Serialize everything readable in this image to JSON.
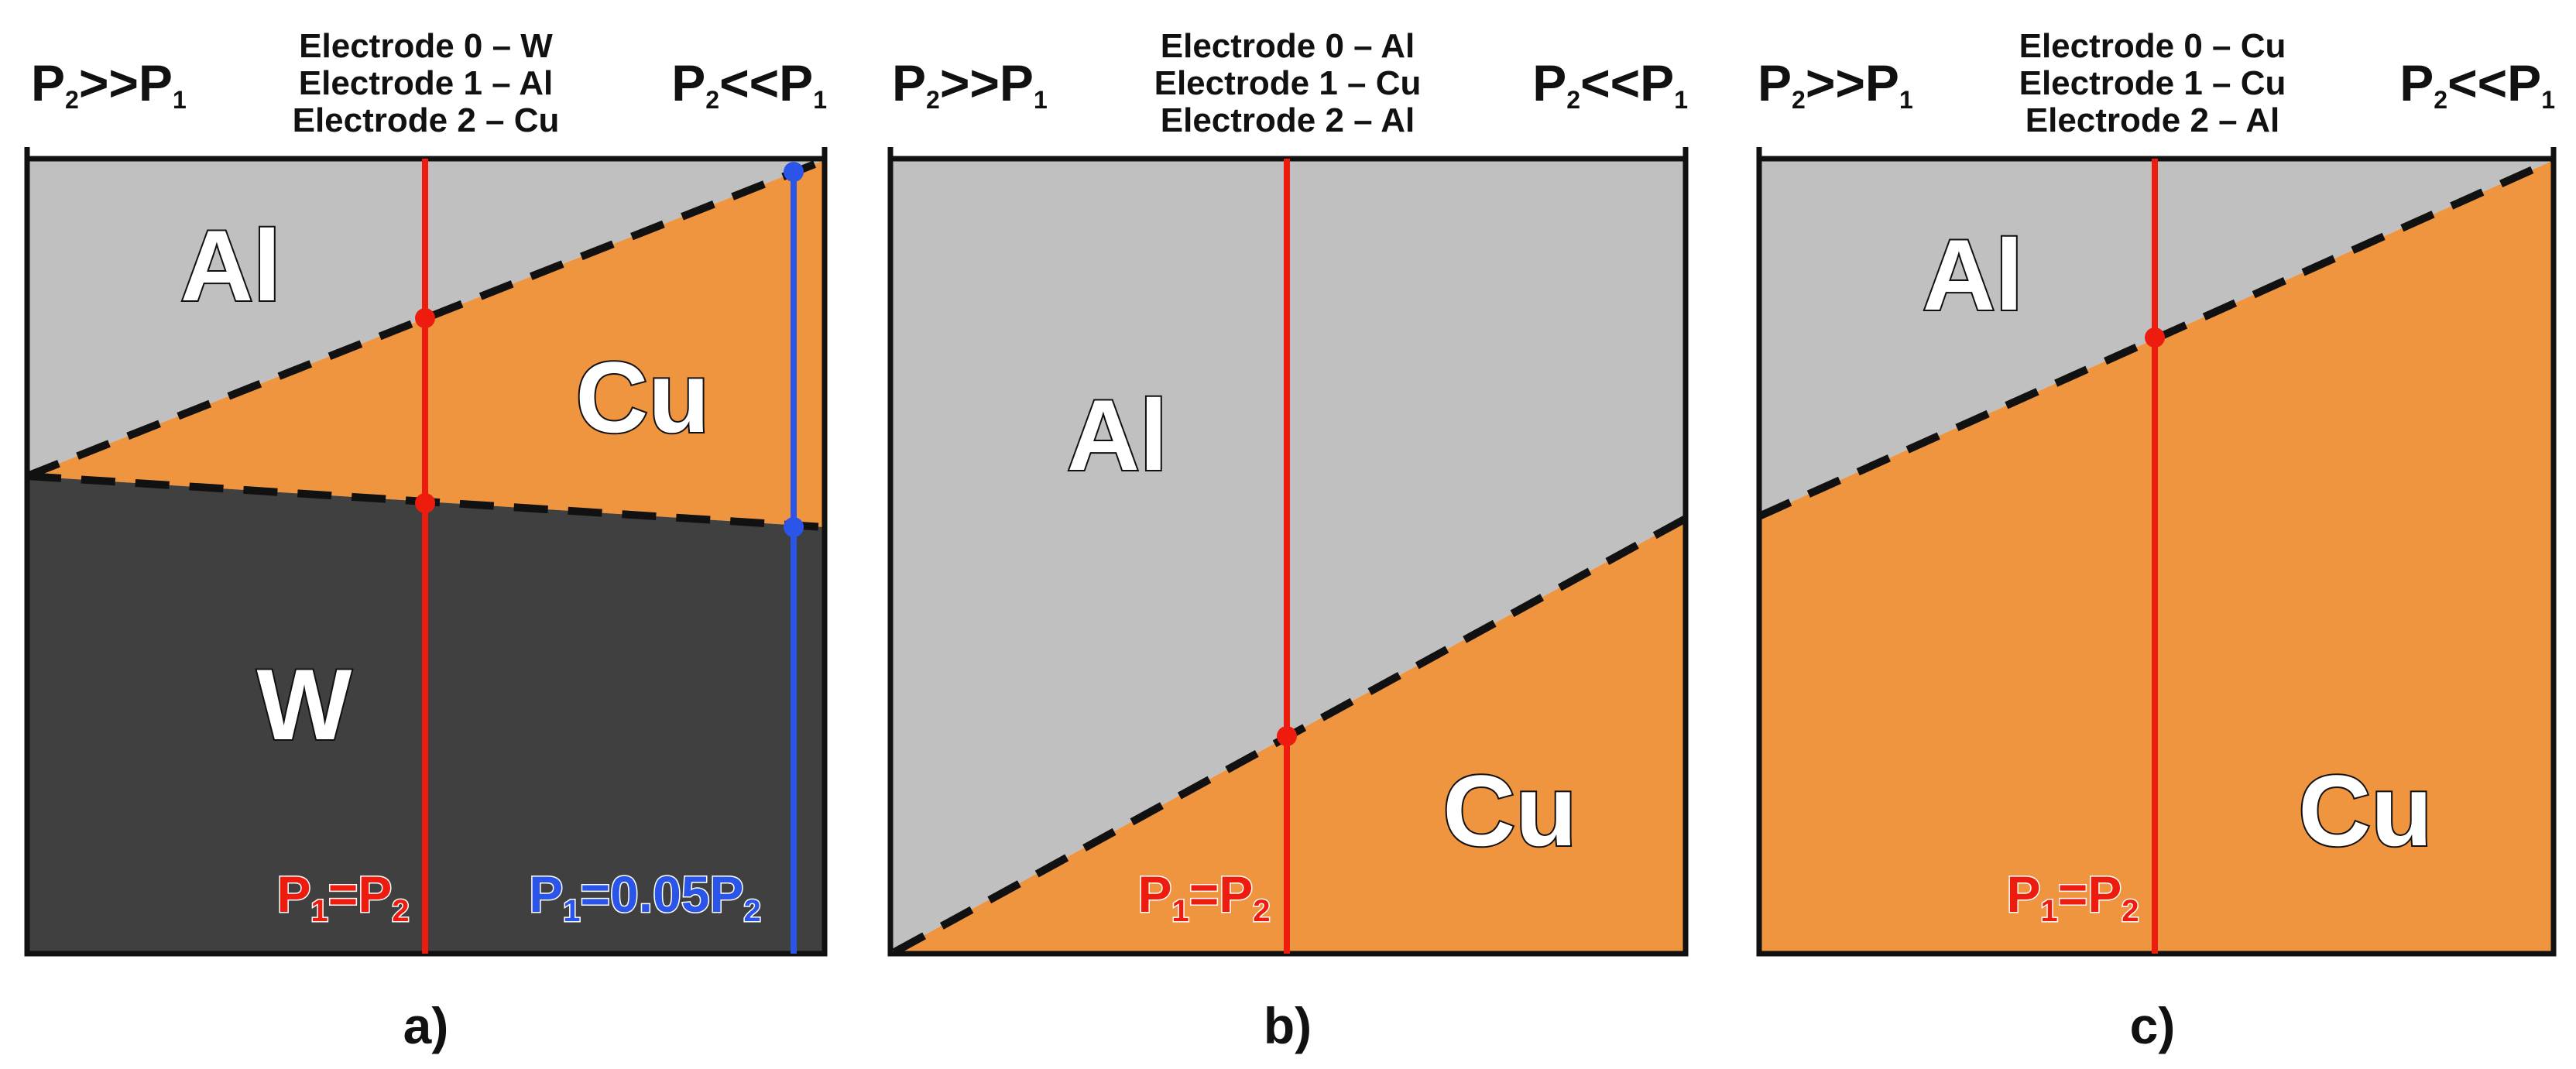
{
  "colors": {
    "al": "#c0c0c0",
    "cu": "#ef953f",
    "w": "#404040",
    "red": "#ee1c0f",
    "blue": "#2a55e8",
    "frame": "#111111"
  },
  "panels": [
    {
      "caption": "a)",
      "electrodes": [
        "Electrode 0 – W",
        "Electrode 1 – Al",
        "Electrode 2 – Cu"
      ],
      "left_label": {
        "p": "P",
        "s1": "2",
        "op": ">>",
        "p2": "P",
        "s2": "1"
      },
      "right_label": {
        "p": "P",
        "s1": "2",
        "op": "<<",
        "p2": "P",
        "s2": "1"
      },
      "regions": [
        {
          "name": "Al",
          "color": "al"
        },
        {
          "name": "Cu",
          "color": "cu"
        },
        {
          "name": "W",
          "color": "w"
        }
      ],
      "conditions": [
        {
          "color": "red",
          "a": "P",
          "a_sub": "1",
          "eq": "=",
          "b": "P",
          "b_sub": "2"
        },
        {
          "color": "blue",
          "a": "P",
          "a_sub": "1",
          "eq": "=0.05",
          "b": "P",
          "b_sub": "2"
        }
      ]
    },
    {
      "caption": "b)",
      "electrodes": [
        "Electrode 0 – Al",
        "Electrode 1 – Cu",
        "Electrode 2 – Al"
      ],
      "left_label": {
        "p": "P",
        "s1": "2",
        "op": ">>",
        "p2": "P",
        "s2": "1"
      },
      "right_label": {
        "p": "P",
        "s1": "2",
        "op": "<<",
        "p2": "P",
        "s2": "1"
      },
      "regions": [
        {
          "name": "Al",
          "color": "al"
        },
        {
          "name": "Cu",
          "color": "cu"
        }
      ],
      "conditions": [
        {
          "color": "red",
          "a": "P",
          "a_sub": "1",
          "eq": "=",
          "b": "P",
          "b_sub": "2"
        }
      ]
    },
    {
      "caption": "c)",
      "electrodes": [
        "Electrode 0 – Cu",
        "Electrode 1 – Cu",
        "Electrode 2 – Al"
      ],
      "left_label": {
        "p": "P",
        "s1": "2",
        "op": ">>",
        "p2": "P",
        "s2": "1"
      },
      "right_label": {
        "p": "P",
        "s1": "2",
        "op": "<<",
        "p2": "P",
        "s2": "1"
      },
      "regions": [
        {
          "name": "Al",
          "color": "al"
        },
        {
          "name": "Cu",
          "color": "cu"
        }
      ],
      "conditions": [
        {
          "color": "red",
          "a": "P",
          "a_sub": "1",
          "eq": "=",
          "b": "P",
          "b_sub": "2"
        }
      ]
    }
  ]
}
